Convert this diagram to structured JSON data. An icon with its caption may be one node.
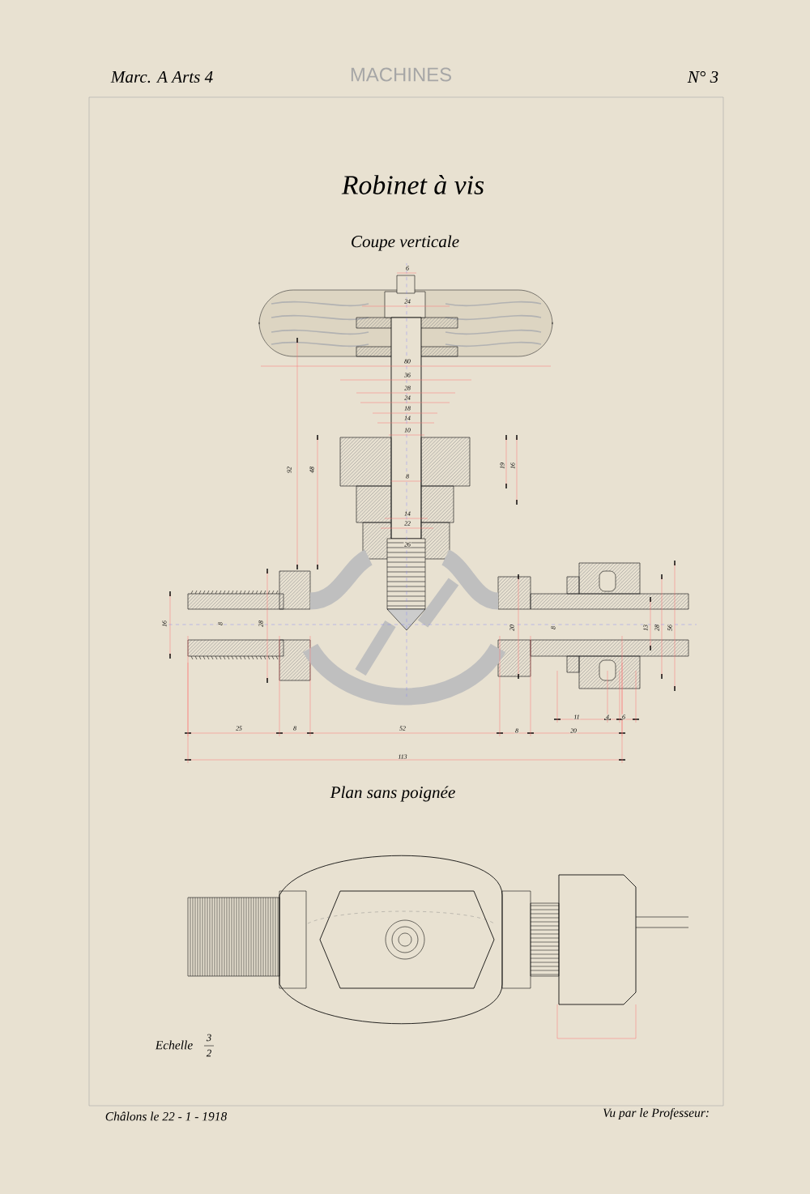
{
  "diagram": {
    "title": "Robinet à vis",
    "labels": [
      "Marc. A Arts 4",
      "MACHINES",
      "N° 3",
      "Coupe verticale",
      "Plan sans poignée",
      "Echelle",
      "3",
      "2",
      "Châlons le 22 - 1 - 1918",
      "Vu par le Professeur:",
      "6",
      "24",
      "80",
      "36",
      "28",
      "24",
      "18",
      "14",
      "10",
      "92",
      "48",
      "8",
      "14",
      "22",
      "26",
      "19",
      "16",
      "16",
      "8",
      "28",
      "20",
      "8",
      "13",
      "28",
      "56",
      "25",
      "8",
      "52",
      "8",
      "20",
      "113",
      "11",
      "4",
      "6"
    ]
  }
}
